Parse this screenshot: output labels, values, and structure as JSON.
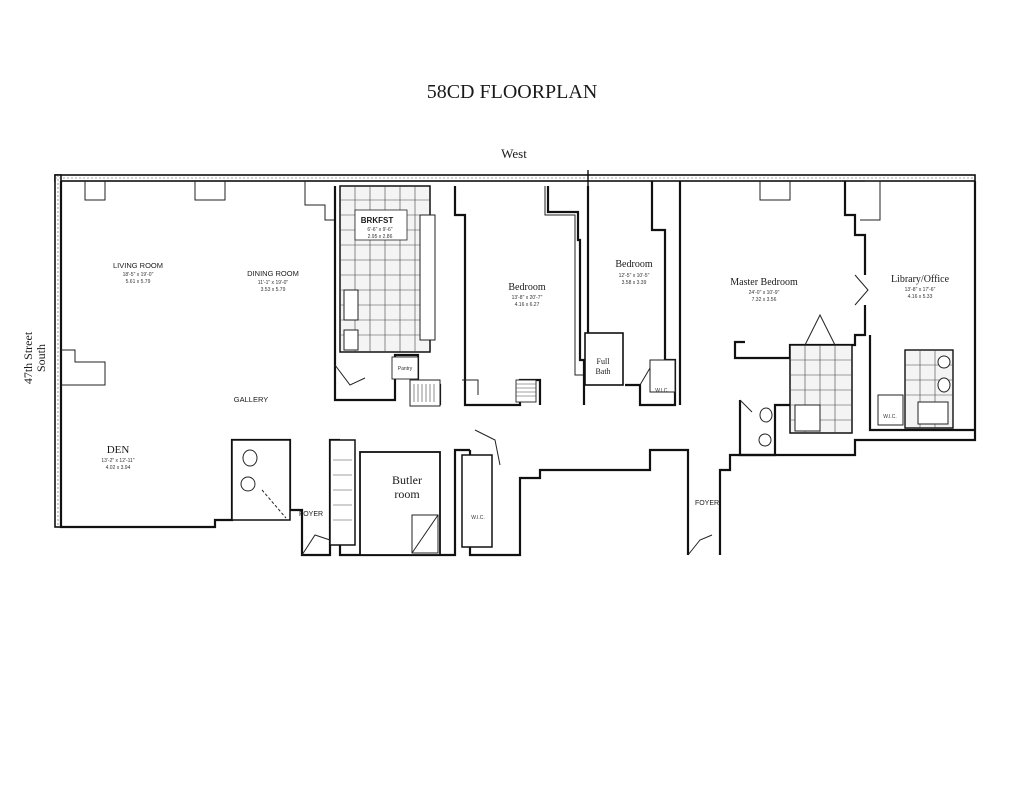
{
  "title": "58CD FLOORPLAN",
  "compass": {
    "top": "West",
    "left_line1": "47th Street",
    "left_line2": "South"
  },
  "rooms": {
    "living": {
      "name": "LIVING ROOM",
      "dim1": "18'-5\" x 19'-0\"",
      "dim2": "5.61 x 5.79"
    },
    "dining": {
      "name": "DINING ROOM",
      "dim1": "11'-1\" x 19'-0\"",
      "dim2": "3.53 x 5.79"
    },
    "brkfst": {
      "name": "BRKFST",
      "dim1": "6'-6\" x 9'-6\"",
      "dim2": "2.95 x 2.86"
    },
    "bedroom1": {
      "name": "Bedroom",
      "dim1": "13'-8\" x 20'-7\"",
      "dim2": "4.16 x 6.27"
    },
    "bedroom2": {
      "name": "Bedroom",
      "dim1": "12'-5\" x 10'-5\"",
      "dim2": "3.58 x 3.39"
    },
    "master": {
      "name": "Master Bedroom",
      "dim1": "24'-0\" x 10'-9\"",
      "dim2": "7.32 x 3.56"
    },
    "library": {
      "name": "Library/Office",
      "dim1": "13'-8\" x 17'-6\"",
      "dim2": "4.16 x 5.33"
    },
    "den": {
      "name": "DEN",
      "dim1": "13'-2\" x 12'-11\"",
      "dim2": "4.02 x 3.94"
    },
    "gallery": {
      "name": "GALLERY"
    },
    "butler": {
      "line1": "Butler",
      "line2": "room"
    },
    "full_bath": {
      "line1": "Full",
      "line2": "Bath"
    },
    "pantry": {
      "name": "Pantry"
    },
    "wic1": {
      "name": "W.I.C."
    },
    "wic2": {
      "name": "W.I.C."
    },
    "wic3": {
      "name": "W.I.C."
    },
    "foyer1": {
      "name": "FOYER"
    },
    "foyer2": {
      "name": "FOYER"
    }
  }
}
